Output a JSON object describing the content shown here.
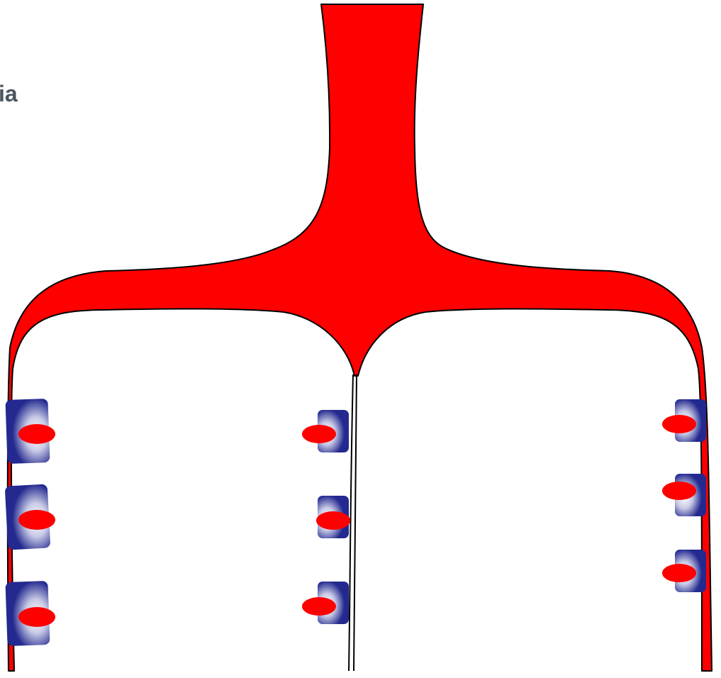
{
  "title_fragment": "ia",
  "colors": {
    "vessel": "#ff0000",
    "outline": "#000000",
    "cell": "#23298f",
    "cell_highlight": "#ffffff",
    "background": "#ffffff"
  },
  "cell_icon": "crescent-cell-icon",
  "cell_groups": [
    {
      "name": "left-wall-cells",
      "count": 3,
      "size": "large"
    },
    {
      "name": "center-wall-cells",
      "count": 3,
      "size": "small"
    },
    {
      "name": "right-wall-cells",
      "count": 3,
      "size": "small"
    }
  ]
}
